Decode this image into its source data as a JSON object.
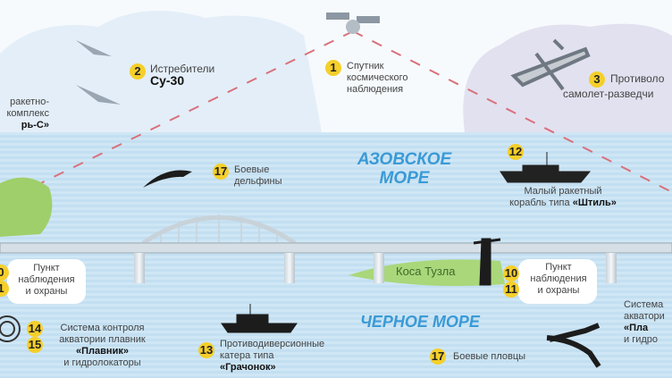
{
  "colors": {
    "badge": "#f5cf2a",
    "sea_label": "#3a9ad6",
    "sea": "#c9e3f3",
    "land": "#9fcf6a",
    "dashed_line": "#d9707a"
  },
  "items": {
    "satellite": {
      "num": "1",
      "lines": [
        "Спутник",
        "космического",
        "наблюдения"
      ]
    },
    "fighters": {
      "num": "2",
      "line1": "Истребители",
      "line2": "Су-30"
    },
    "recon_plane": {
      "num": "3",
      "line1": "Противоло",
      "line2": "самолет-разведчи"
    },
    "missile_complex": {
      "lines": [
        "ракетно-",
        "комплекс",
        "рь-С»"
      ]
    },
    "ship_shtil": {
      "num": "12",
      "line1": "Малый ракетный",
      "line2_prefix": "корабль типа ",
      "line2_bold": "«Штиль»"
    },
    "dolphins": {
      "num": "17",
      "line1": "Боевые",
      "line2": "дельфины"
    },
    "post_left": {
      "num_a": "0",
      "num_b": "1",
      "lines": [
        "Пункт",
        "наблюдения",
        "и охраны"
      ]
    },
    "post_right": {
      "num_a": "10",
      "num_b": "11",
      "lines": [
        "Пункт",
        "наблюдения",
        "и охраны"
      ]
    },
    "spit": "Коса Тузла",
    "fin_system": {
      "num_a": "14",
      "num_b": "15",
      "line1": "Система контроля",
      "line2": "акватории плавник",
      "line3": "«Плавник»",
      "line4": "и гидролокаторы"
    },
    "grachonok": {
      "num": "13",
      "line1": "Противодиверсионные",
      "line2": "катера типа",
      "line3": "«Грачонок»"
    },
    "divers": {
      "num": "17",
      "label": "Боевые пловцы"
    },
    "fin_system_right": {
      "lines": [
        "Система",
        "акватори",
        "«Пла",
        "и гидро"
      ]
    }
  },
  "seas": {
    "azov_1": "АЗОВСКОЕ",
    "azov_2": "МОРЕ",
    "black": "ЧЕРНОЕ МОРЕ"
  }
}
